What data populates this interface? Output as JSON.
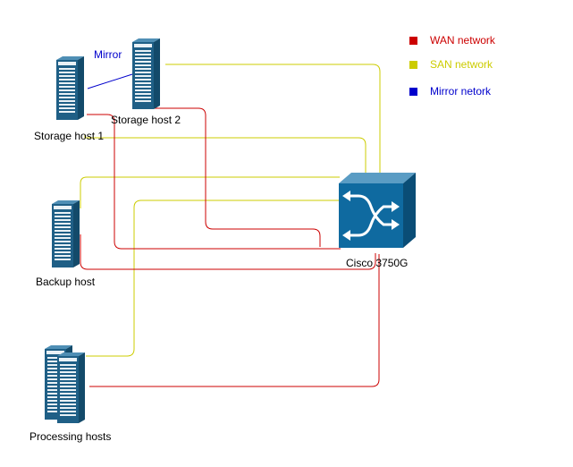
{
  "colors": {
    "wan": "#cc0000",
    "san": "#cccc00",
    "mirror": "#0000cc",
    "server_dark": "#1f5f86",
    "server_light": "#e9f1f6",
    "switch": "#0f6aa0"
  },
  "legend": [
    {
      "label": "WAN network",
      "color": "#cc0000"
    },
    {
      "label": "SAN network",
      "color": "#cccc00"
    },
    {
      "label": "Mirror netork",
      "color": "#0000cc"
    }
  ],
  "nodes": {
    "storage_host_1": {
      "label": "Storage host 1",
      "icon": "server-tower-icon"
    },
    "storage_host_2": {
      "label": "Storage host 2",
      "icon": "server-tower-icon"
    },
    "backup_host": {
      "label": "Backup host",
      "icon": "server-tower-icon"
    },
    "processing_hosts": {
      "label": "Processing hosts",
      "icon": "server-stack-icon"
    },
    "switch": {
      "label": "Cisco 3750G",
      "icon": "network-switch-icon"
    }
  },
  "edges": {
    "mirror_label": "Mirror"
  }
}
